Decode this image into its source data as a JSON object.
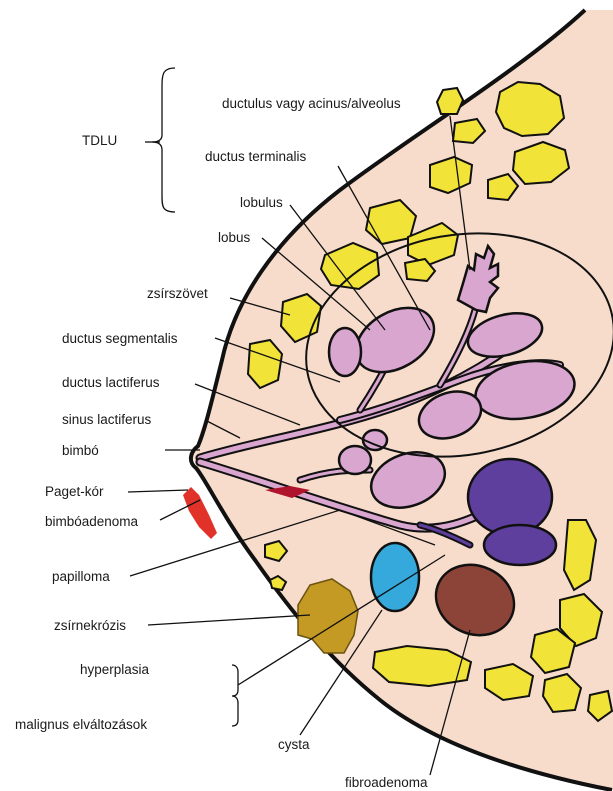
{
  "labels": {
    "tdlu": "TDLU",
    "ductulus": "ductulus vagy acinus/alveolus",
    "ductus_terminalis": "ductus terminalis",
    "lobulus": "lobulus",
    "lobus": "lobus",
    "zsirszovet": "zsírszövet",
    "ductus_segmentalis": "ductus segmentalis",
    "ductus_lactiferus": "ductus lactiferus",
    "sinus_lactiferus": "sinus lactiferus",
    "bimbo": "bimbó",
    "paget": "Paget-kór",
    "bimboadenoma": "bimbóadenoma",
    "papilloma": "papilloma",
    "zsirnekrozis": "zsírnekrózis",
    "hyperplasia": "hyperplasia",
    "malignus": "malignus elváltozások",
    "cysta": "cysta",
    "fibroadenoma": "fibroadenoma"
  },
  "colors": {
    "tissue": "#f7dccb",
    "fat": "#f2e338",
    "lobule": "#d9a6cf",
    "papilloma": "#5e3f9e",
    "cyst": "#36a9dc",
    "fibroadenoma": "#8c4438",
    "fat_necrosis": "#c49a24",
    "paget": "#e03228",
    "outline": "#111111"
  }
}
